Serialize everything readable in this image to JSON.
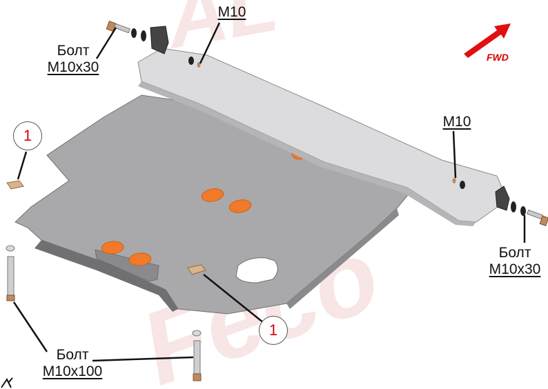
{
  "labels": {
    "bolt_top_left": {
      "line1": "Болт",
      "line2": "М10х30"
    },
    "m10_top": "М10",
    "m10_right": "М10",
    "bolt_right": {
      "line1": "Болт",
      "line2": "М10х30"
    },
    "bolt_bottom": {
      "line1": "Болт",
      "line2": "М10х100"
    },
    "callout_left": "1",
    "callout_bottom": "1",
    "fwd": "FWD",
    "watermark": "ALFeco"
  },
  "colors": {
    "plate": "#a9a9ab",
    "plate_dark": "#8d8d90",
    "bar": "#dcdcde",
    "pad": "#f07a2a",
    "arrow": "#e01010",
    "watermark": "#f3d0d0"
  }
}
